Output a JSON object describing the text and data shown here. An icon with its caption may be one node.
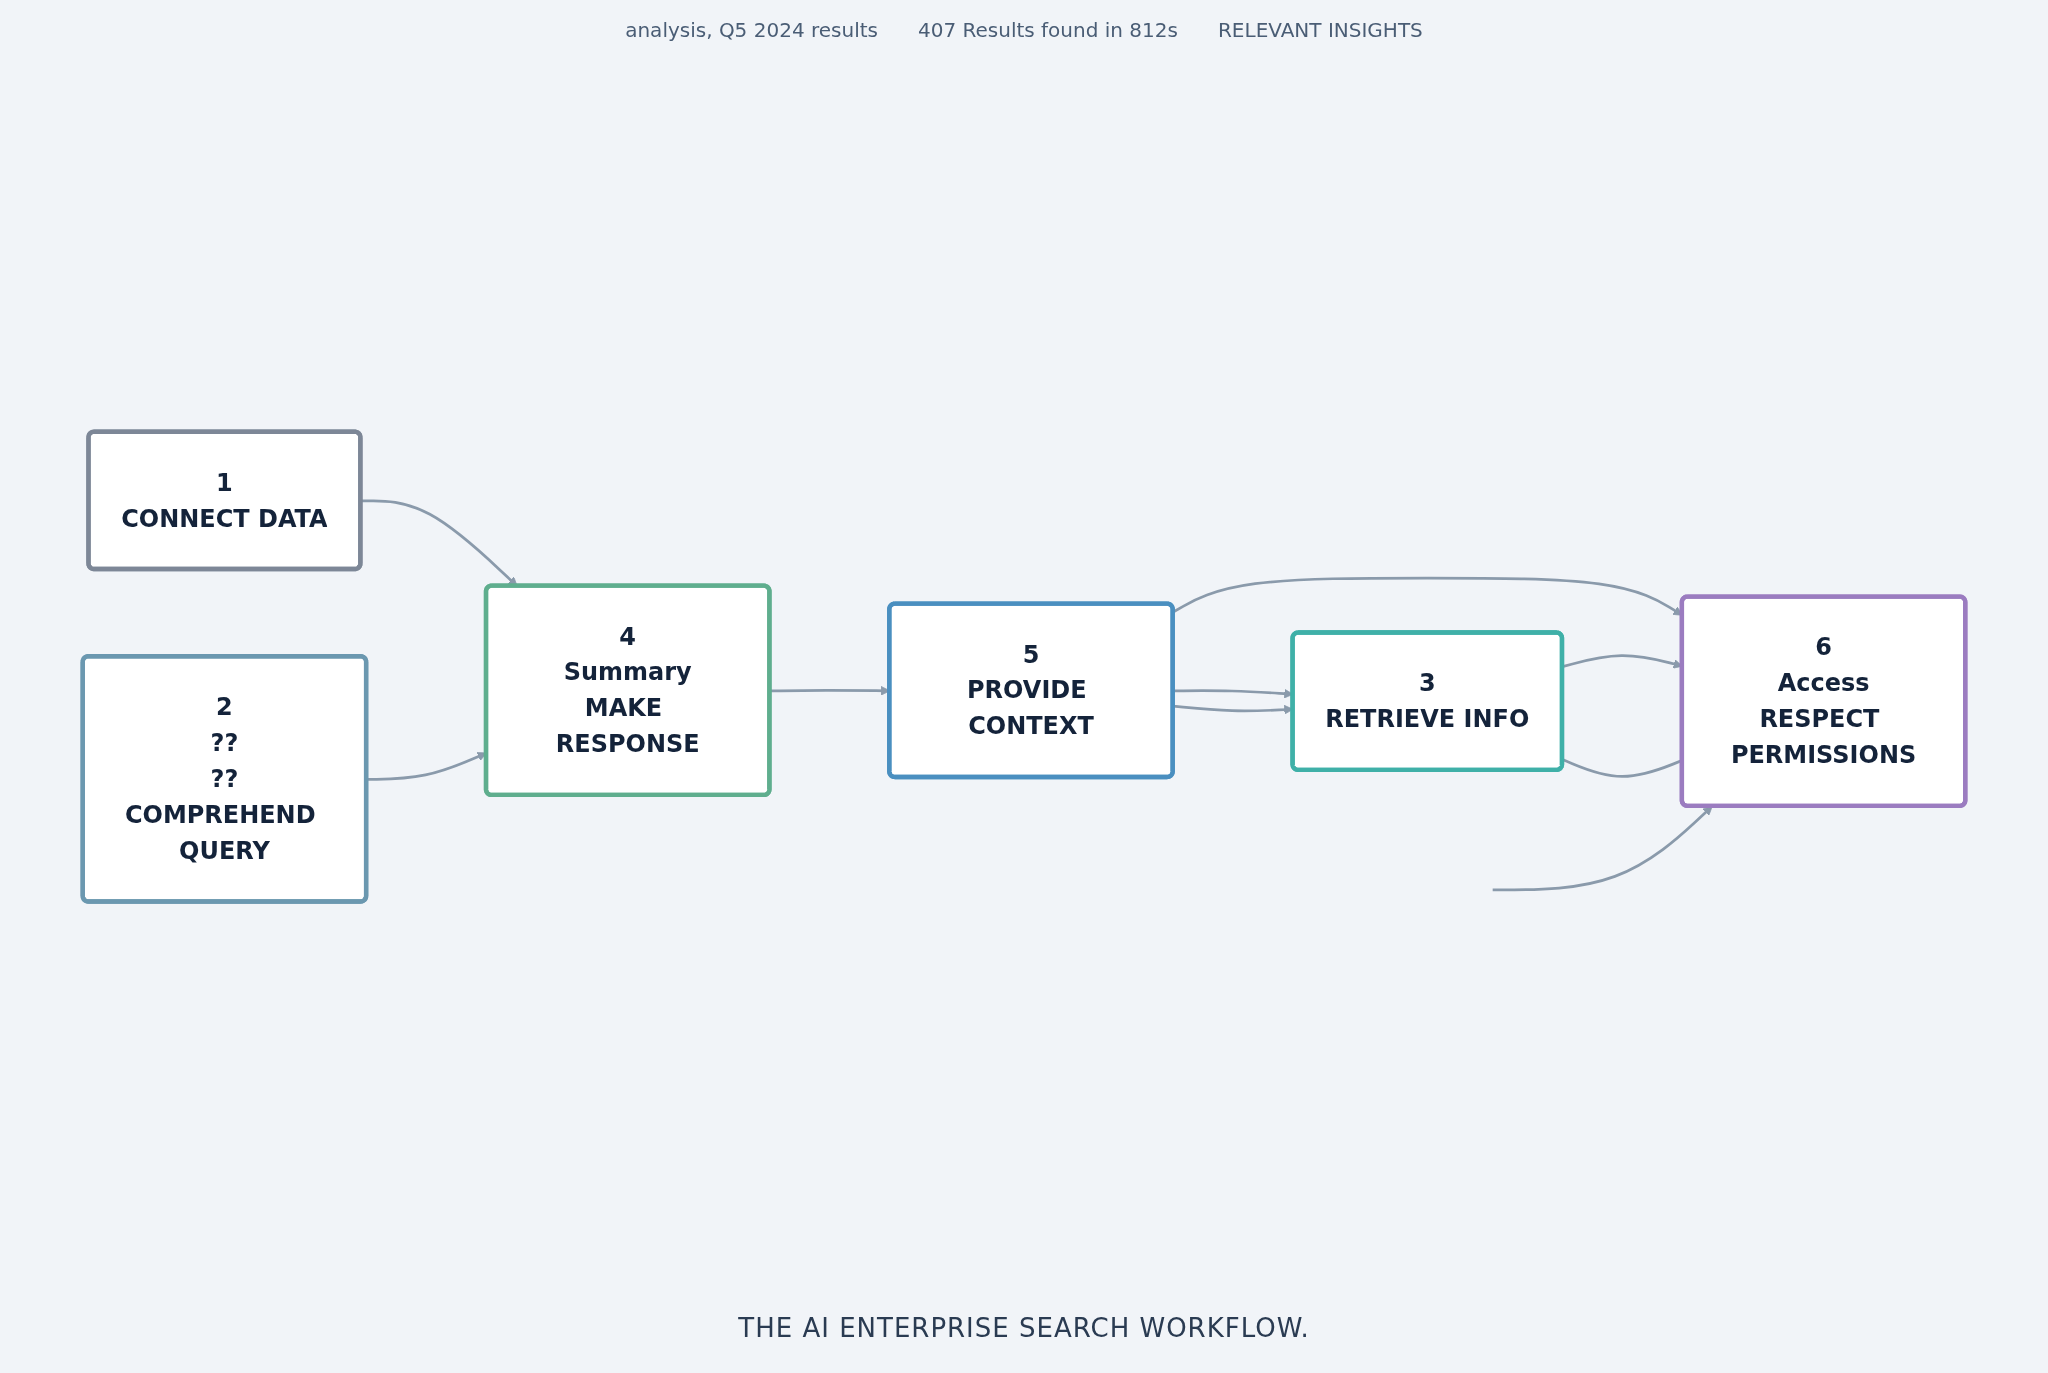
{
  "diagram": {
    "caption": "THE AI ENTERPRISE SEARCH WORKFLOW.",
    "nodes": [
      {
        "text": [
          "1",
          "CONNECT DATA"
        ]
      },
      {
        "text": [
          "2",
          "??",
          "??",
          "COMPREHEND QUERY"
        ]
      },
      {
        "text": [
          "3",
          "RETRIEVE INFO"
        ]
      },
      {
        "text": [
          "4",
          "Summary",
          "MAKE RESPONSE"
        ]
      },
      {
        "text": [
          "5",
          "PROVIDE CONTEXT"
        ]
      },
      {
        "text": [
          "6",
          "Access",
          "RESPECT PERMISSIONS"
        ]
      }
    ],
    "edges": [
      {
        "from": 0,
        "to": 3,
        "arrow": "to"
      },
      {
        "from": 1,
        "to": 3,
        "arrow": "to"
      },
      {
        "from": 3,
        "to": 4,
        "arrow": "to"
      },
      {
        "from": 4,
        "to": 2,
        "arrow": "to"
      },
      {
        "from": 4,
        "to": 2,
        "arrow": "to"
      },
      {
        "from": 4,
        "to": 5,
        "arrow": "to"
      },
      {
        "from": 2,
        "to": 5,
        "arrow": "to"
      },
      {
        "from": 2,
        "to": 5,
        "arrow": "none"
      },
      {
        "from": null,
        "to": 5,
        "arrow": "to"
      }
    ],
    "labels": [
      "analysis, Q5 2024 results",
      "407 Results found in 812s",
      "RELEVANT INSIGHTS"
    ]
  }
}
